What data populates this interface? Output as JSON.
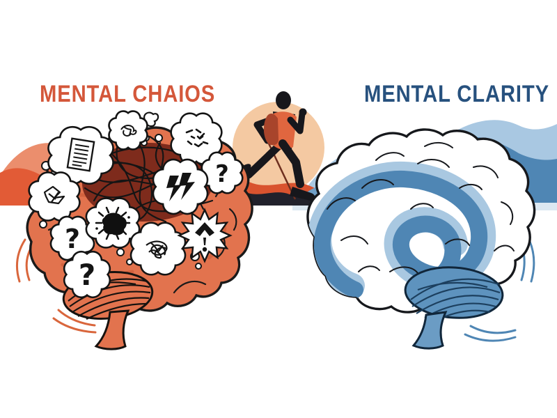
{
  "left_panel": {
    "title": "MENTAL CHAIOS",
    "title_color": "#d4573a",
    "brain_color": "#e2734e",
    "scribble_base_color": "#7e2b1c",
    "mountain_colors": [
      "#eb8e6d",
      "#e25b36"
    ],
    "glyphs": {
      "question_1": "?",
      "question_2": "?",
      "question_3": "?",
      "exclamation": "!"
    },
    "thought_bubble_icons": [
      "document-icon",
      "tangle-icon",
      "chaos-marks-icon",
      "question-mark-icon",
      "lightning-icon",
      "crumpled-scribble-icon",
      "question-mark-icon",
      "question-mark-icon",
      "ink-burst-icon",
      "scribble-knot-icon",
      "alert-icon"
    ]
  },
  "center": {
    "figure": "trail-runner-silhouette",
    "sun_color": "#f4c9a2",
    "runner_shirt_color": "#e0663f",
    "runner_pack_color": "#a8442b",
    "ridge_color": "#21212b"
  },
  "right_panel": {
    "title": "MENTAL CLARITY",
    "title_color": "#27517e",
    "brain_color": "#ffffff",
    "ribbon_color": "#4f86b4",
    "ribbon_highlight_color": "#a9c8e1",
    "cerebellum_color": "#5e93be",
    "mountain_colors": [
      "#a9c8e2",
      "#4f86b4"
    ]
  }
}
